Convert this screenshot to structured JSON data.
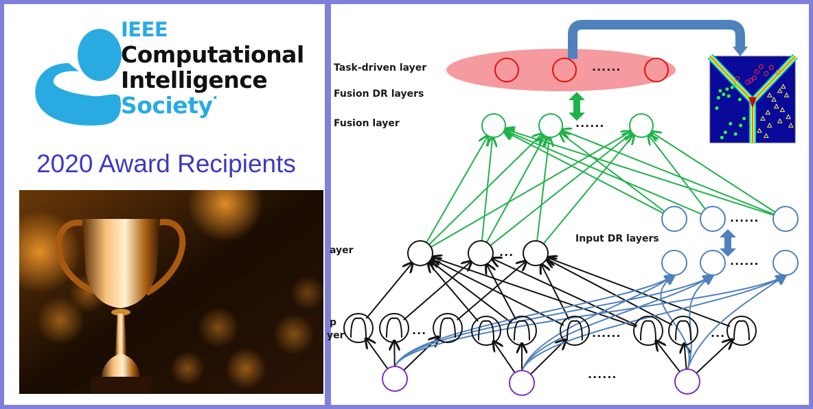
{
  "left_panel": {
    "logo": {
      "line1": "IEEE",
      "line2": "Computational",
      "line3": "Intelligence",
      "line4": "Society",
      "brand_blue": "#29abe2",
      "brand_black": "#111111"
    },
    "award_title": "2020 Award Recipients",
    "award_title_color": "#3a3ac0",
    "photo": {
      "subject": "golden trophy cup on bokeh background",
      "icon": "trophy-icon"
    }
  },
  "diagram": {
    "labels": {
      "task_driven": "Task-driven layer",
      "fusion_dr": "Fusion  DR layers",
      "fusion": "Fusion  layer",
      "input_dr": "Input DR  layers",
      "hidden_partial": "ayer",
      "rbf_partial_1": "p",
      "rbf_partial_2": "yer"
    },
    "ellipsis": "......",
    "short_ellipsis": "...",
    "colors": {
      "task_ellipse": "#f59a9e",
      "task_node": "#e01010",
      "fusion": "#1fb14a",
      "input_dr": "#4f81bd",
      "input_node": "#7b2fbe",
      "hidden": "#111111",
      "frame": "#8080dc"
    },
    "inset_plot": {
      "description": "decision-region heatmap with Y-shaped boundary",
      "classes": [
        "circle (red)",
        "dot (green)",
        "triangle (yellow)"
      ]
    }
  }
}
